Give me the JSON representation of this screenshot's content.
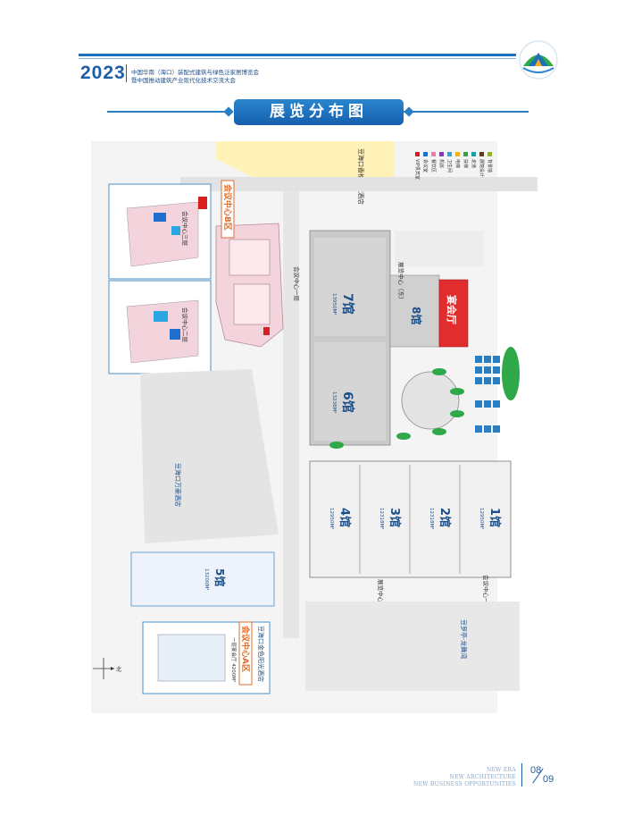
{
  "header": {
    "year": "2023",
    "subtitle_line1": "中国华南（海口）装配式建筑与绿色泛家居博览会",
    "subtitle_line2": "暨中国推动建筑产业现代化技术交流大会"
  },
  "title": "展览分布图",
  "map": {
    "hall7": "7馆",
    "hall7_area": "13950M²",
    "hall8": "8馆",
    "hall6": "6馆",
    "hall6_area": "13238M²",
    "hall5": "5馆",
    "hall5_area": "13200M²",
    "hall4": "4馆",
    "hall4_area": "12950M²",
    "hall3": "3馆",
    "hall3_area": "12318M²",
    "hall2": "2馆",
    "hall2_area": "12318M²",
    "hall1": "1馆",
    "hall1_area": "12950M²",
    "banquet": "宴会厅",
    "meeting_b": "会议中心B区",
    "meeting_a": "会议中心A区",
    "meeting_floor3": "会议中心三层",
    "meeting_floor2": "会议中心二层",
    "meeting_floor1": "会议中心一层",
    "expo_east": "展览中心（东）",
    "expo_west": "展览中心（西）",
    "hotel_wanhao": "豆海口万豪酒店",
    "hotel_jinse": "豆海口金色阳光酒店",
    "hotel_xiangsheng": "豆海口香格里拉酒店",
    "plaza": "豆罗亭·龙舞湾",
    "meeting_a_caption": "一层宴会厅 4200M²",
    "compass_north": "北"
  },
  "legend": {
    "items": [
      {
        "label": "VIP贵宾室",
        "color": "#d81e1e"
      },
      {
        "label": "会议室",
        "color": "#1e6fd0"
      },
      {
        "label": "餐饮区",
        "color": "#f07aa8"
      },
      {
        "label": "机房",
        "color": "#7a3fb0"
      },
      {
        "label": "卫生间",
        "color": "#2aa6e0"
      },
      {
        "label": "电梯",
        "color": "#f0b020"
      },
      {
        "label": "扶梯",
        "color": "#2fa84a"
      },
      {
        "label": "走道",
        "color": "#1aa0a0"
      },
      {
        "label": "展馆设计",
        "color": "#6b3a1a"
      },
      {
        "label": "背景墙",
        "color": "#8fb030"
      }
    ]
  },
  "footer": {
    "line1": "NEW ERA",
    "line2": "NEW ARCHITECTURE",
    "line3": "NEW BUSINESS OPPORTUNITIES",
    "page_left": "08",
    "page_right": "09"
  }
}
